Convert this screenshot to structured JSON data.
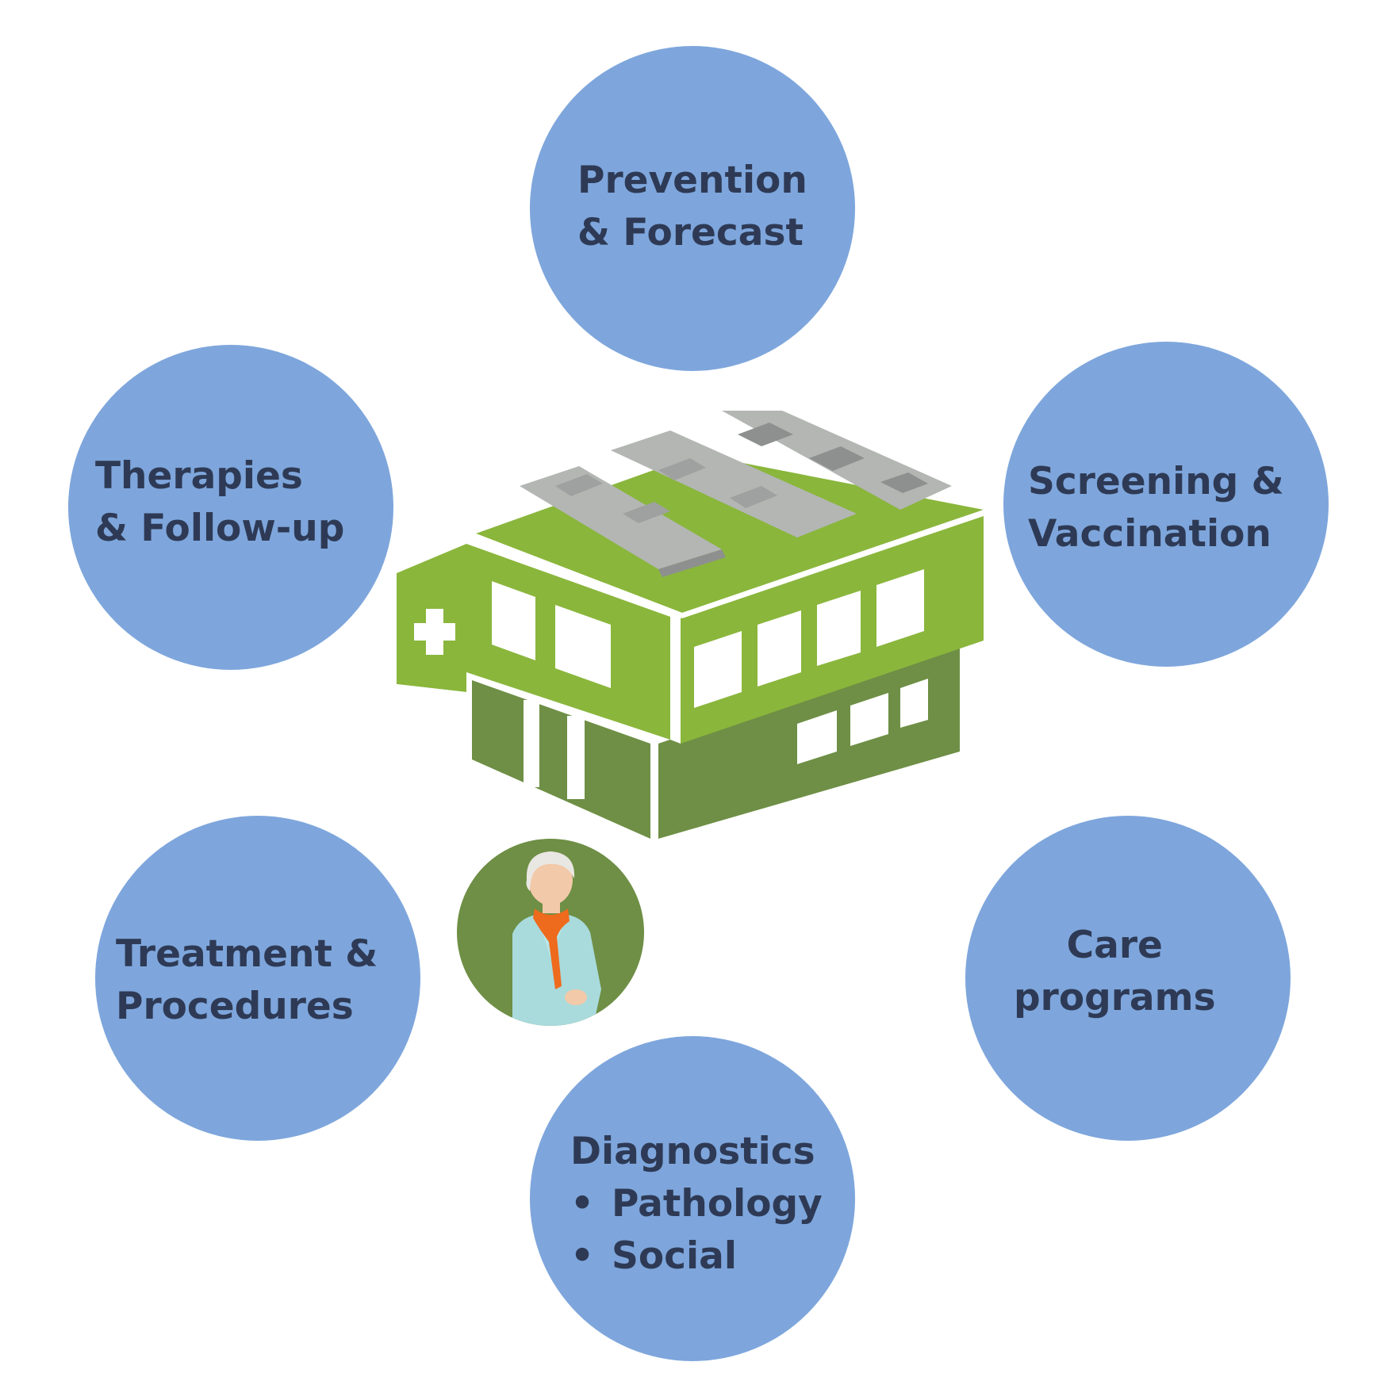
{
  "nodes": {
    "prevention": {
      "lines": [
        "Prevention",
        "& Forecast"
      ]
    },
    "screening": {
      "lines": [
        "Screening &",
        "Vaccination"
      ]
    },
    "care": {
      "lines": [
        "Care",
        "programs"
      ]
    },
    "diagnostics": {
      "title": "Diagnostics",
      "items": [
        "Pathology",
        "Social"
      ]
    },
    "treatment": {
      "lines": [
        "Treatment &",
        "Procedures"
      ]
    },
    "therapies": {
      "lines": [
        "Therapies",
        "& Follow-up"
      ]
    }
  },
  "center": {
    "building_icon": "clinic-building-icon",
    "person_icon": "elderly-patient-icon"
  },
  "colors": {
    "bubble": "#7ea6dc",
    "label_text": "#2e3a55",
    "building_green": "#8ab63c",
    "building_dark_green": "#6e8f45",
    "roof_panel": "#b3b6b3",
    "person_background": "#6e8f45",
    "scarf": "#ee6a1c",
    "jacket": "#a9dadc"
  }
}
